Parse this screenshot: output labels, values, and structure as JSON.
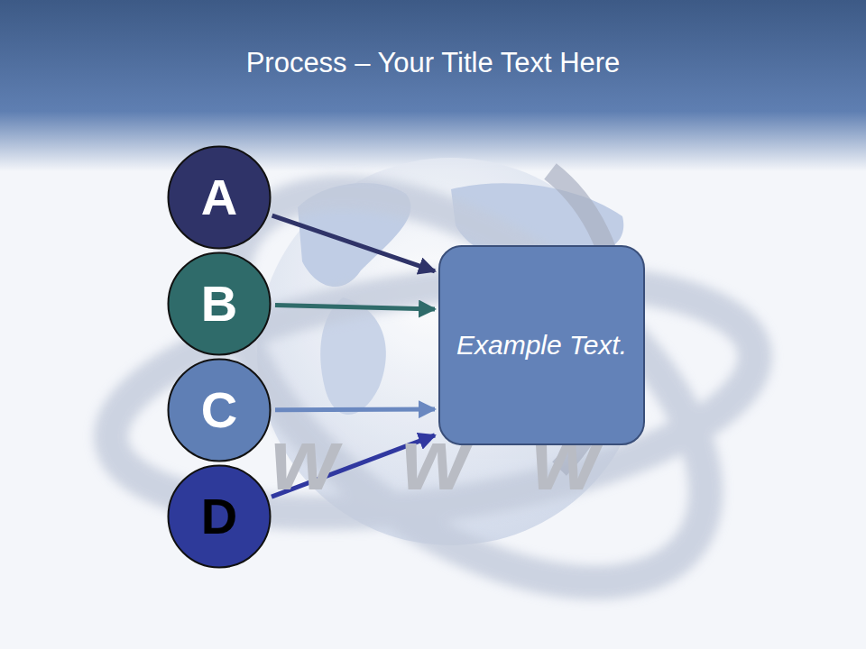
{
  "diagram": {
    "title": "Process – Your Title Text Here",
    "nodes": [
      {
        "text": [
          "A"
        ]
      },
      {
        "text": [
          "B"
        ]
      },
      {
        "text": [
          "C"
        ]
      },
      {
        "text": [
          "D"
        ]
      },
      {
        "text": [
          "Example Text."
        ]
      }
    ],
    "edges": [
      {
        "from": 0,
        "to": 4,
        "arrow": "to"
      },
      {
        "from": 1,
        "to": 4,
        "arrow": "to"
      },
      {
        "from": 2,
        "to": 4,
        "arrow": "to"
      },
      {
        "from": 3,
        "to": 4,
        "arrow": "to"
      }
    ],
    "labels": [
      "www"
    ]
  }
}
